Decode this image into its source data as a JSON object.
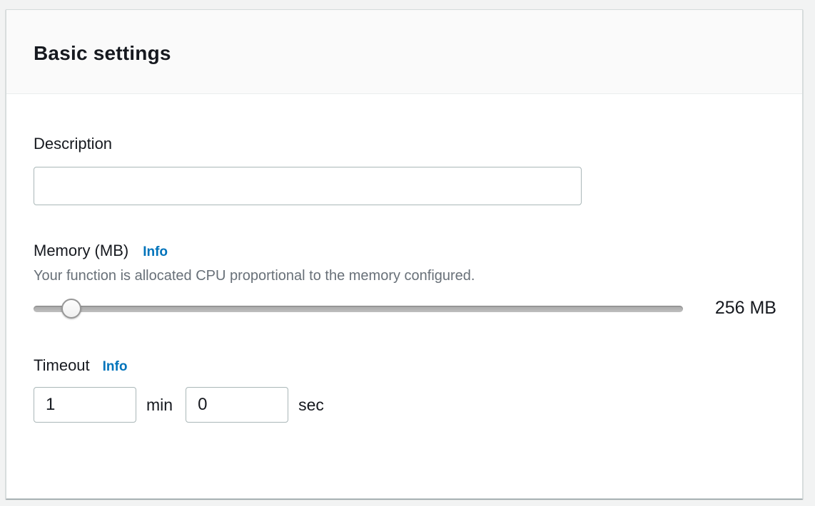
{
  "panel": {
    "title": "Basic settings"
  },
  "description": {
    "label": "Description",
    "value": "",
    "placeholder": ""
  },
  "memory": {
    "label": "Memory (MB)",
    "info_label": "Info",
    "helper": "Your function is allocated CPU proportional to the memory configured.",
    "value_display": "256 MB"
  },
  "timeout": {
    "label": "Timeout",
    "info_label": "Info",
    "minutes_value": "1",
    "minutes_unit": "min",
    "seconds_value": "0",
    "seconds_unit": "sec"
  },
  "colors": {
    "page_background": "#f2f3f3",
    "card_background": "#ffffff",
    "header_background": "#fafafa",
    "card_border": "#d5dbdb",
    "header_divider": "#eaeded",
    "input_border": "#aab7b8",
    "text_dark": "#16191f",
    "helper_gray": "#687078",
    "link_blue": "#0073bb",
    "slider_track_gray": "#b3b3b3"
  }
}
